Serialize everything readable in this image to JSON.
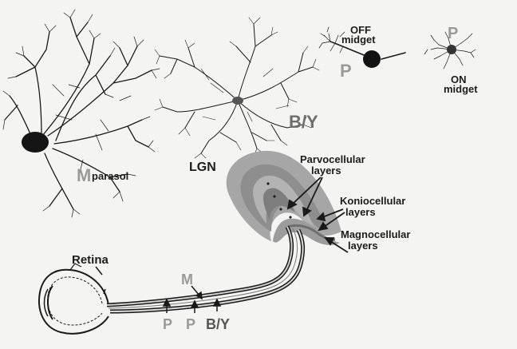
{
  "cells": {
    "parasol": {
      "letter": "M",
      "name": "parasol"
    },
    "bistratified": {
      "name": "B/Y"
    },
    "off_midget": {
      "line1": "OFF",
      "line2": "midget",
      "letter": "P"
    },
    "on_midget": {
      "letter": "P",
      "line1": "ON",
      "line2": "midget"
    }
  },
  "lgn": {
    "title": "LGN",
    "parvo": {
      "line1": "Parvocellular",
      "line2": "layers"
    },
    "konio": {
      "line1": "Koniocellular",
      "line2": "layers"
    },
    "magno": {
      "line1": "Magnocellular",
      "line2": "layers"
    }
  },
  "retina": {
    "title": "Retina",
    "pathway_m": "M",
    "pathway_p1": "P",
    "pathway_p2": "P",
    "pathway_by": "B/Y"
  },
  "colors": {
    "ink": "#1a1a1a",
    "grey_label": "#9a9a9a",
    "lgn_fill": "#a9a9a9",
    "lgn_dark": "#7d7d7d"
  }
}
